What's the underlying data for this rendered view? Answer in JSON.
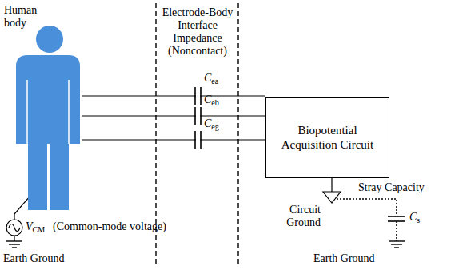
{
  "diagram": {
    "nodes": [
      {
        "text": [
          "Human body"
        ]
      },
      {
        "text": [
          "Biopotential Acquisition Circuit"
        ]
      }
    ],
    "edges": [
      {
        "from": 0,
        "to": 1,
        "arrow": "none",
        "label": "Cea"
      },
      {
        "from": 0,
        "to": 1,
        "arrow": "none",
        "label": "Ceb"
      },
      {
        "from": 0,
        "to": 1,
        "arrow": "none",
        "label": "Ceg"
      }
    ],
    "labels": [
      "Electrode-Body Interface Impedance (Noncontact)",
      "VCM",
      "(Common-mode voltage)",
      "Earth Ground",
      "Stray Capacity",
      "Circuit Ground",
      "Cs",
      "Earth Ground"
    ]
  }
}
